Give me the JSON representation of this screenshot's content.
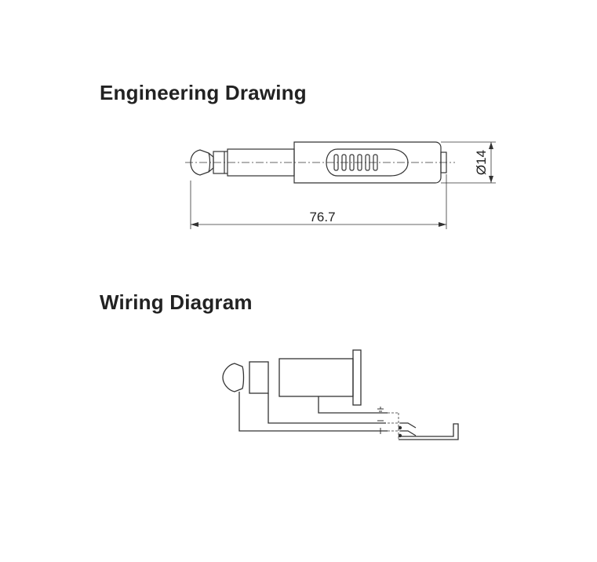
{
  "engineering_drawing": {
    "title": "Engineering Drawing",
    "length_dimension": "76.7",
    "diameter_dimension": "Ø14"
  },
  "wiring_diagram": {
    "title": "Wiring Diagram"
  }
}
